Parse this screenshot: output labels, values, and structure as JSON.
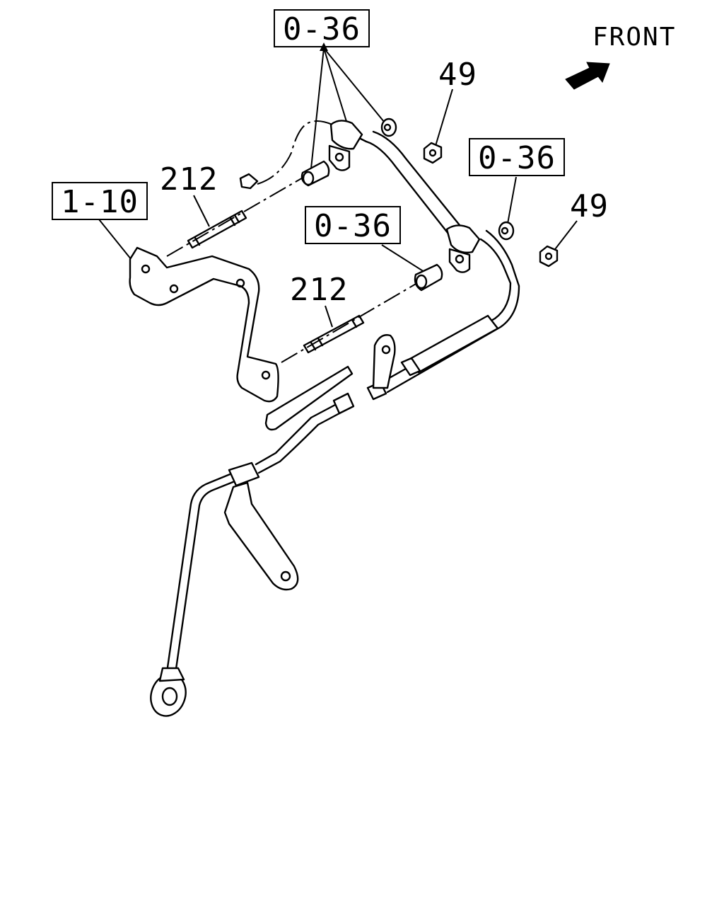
{
  "orientation_label": "FRONT",
  "callouts": {
    "ref_0_36_top": "0-36",
    "ref_0_36_mid": "0-36",
    "ref_0_36_right": "0-36",
    "ref_1_10": "1-10",
    "part_212_upper": "212",
    "part_212_lower": "212",
    "part_49_upper": "49",
    "part_49_lower": "49"
  },
  "icons": {
    "orientation": "front-arrow-icon"
  },
  "colors": {
    "line": "#000000",
    "background": "#ffffff"
  }
}
